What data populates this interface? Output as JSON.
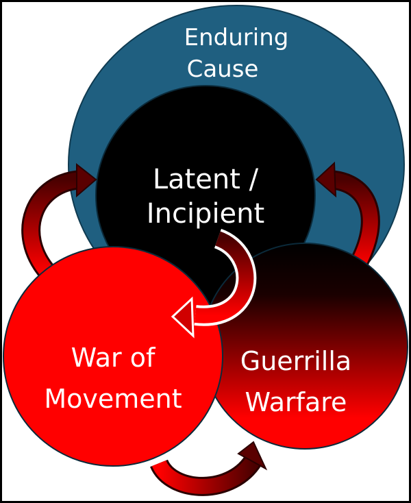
{
  "diagram": {
    "outer": {
      "line1": "Enduring",
      "line2": "Cause"
    },
    "center": {
      "line1": "Latent /",
      "line2": "Incipient"
    },
    "left": {
      "line1": "War of",
      "line2": "Movement"
    },
    "right": {
      "line1": "Guerrilla",
      "line2": "Warfare"
    }
  },
  "colors": {
    "outer": "#1f5f80",
    "center": "#000000",
    "left": "#ff0000",
    "right_top": "#000000",
    "right_bottom": "#ff0000",
    "arrow_dark": "#5a0000",
    "arrow_light": "#ff0000"
  }
}
